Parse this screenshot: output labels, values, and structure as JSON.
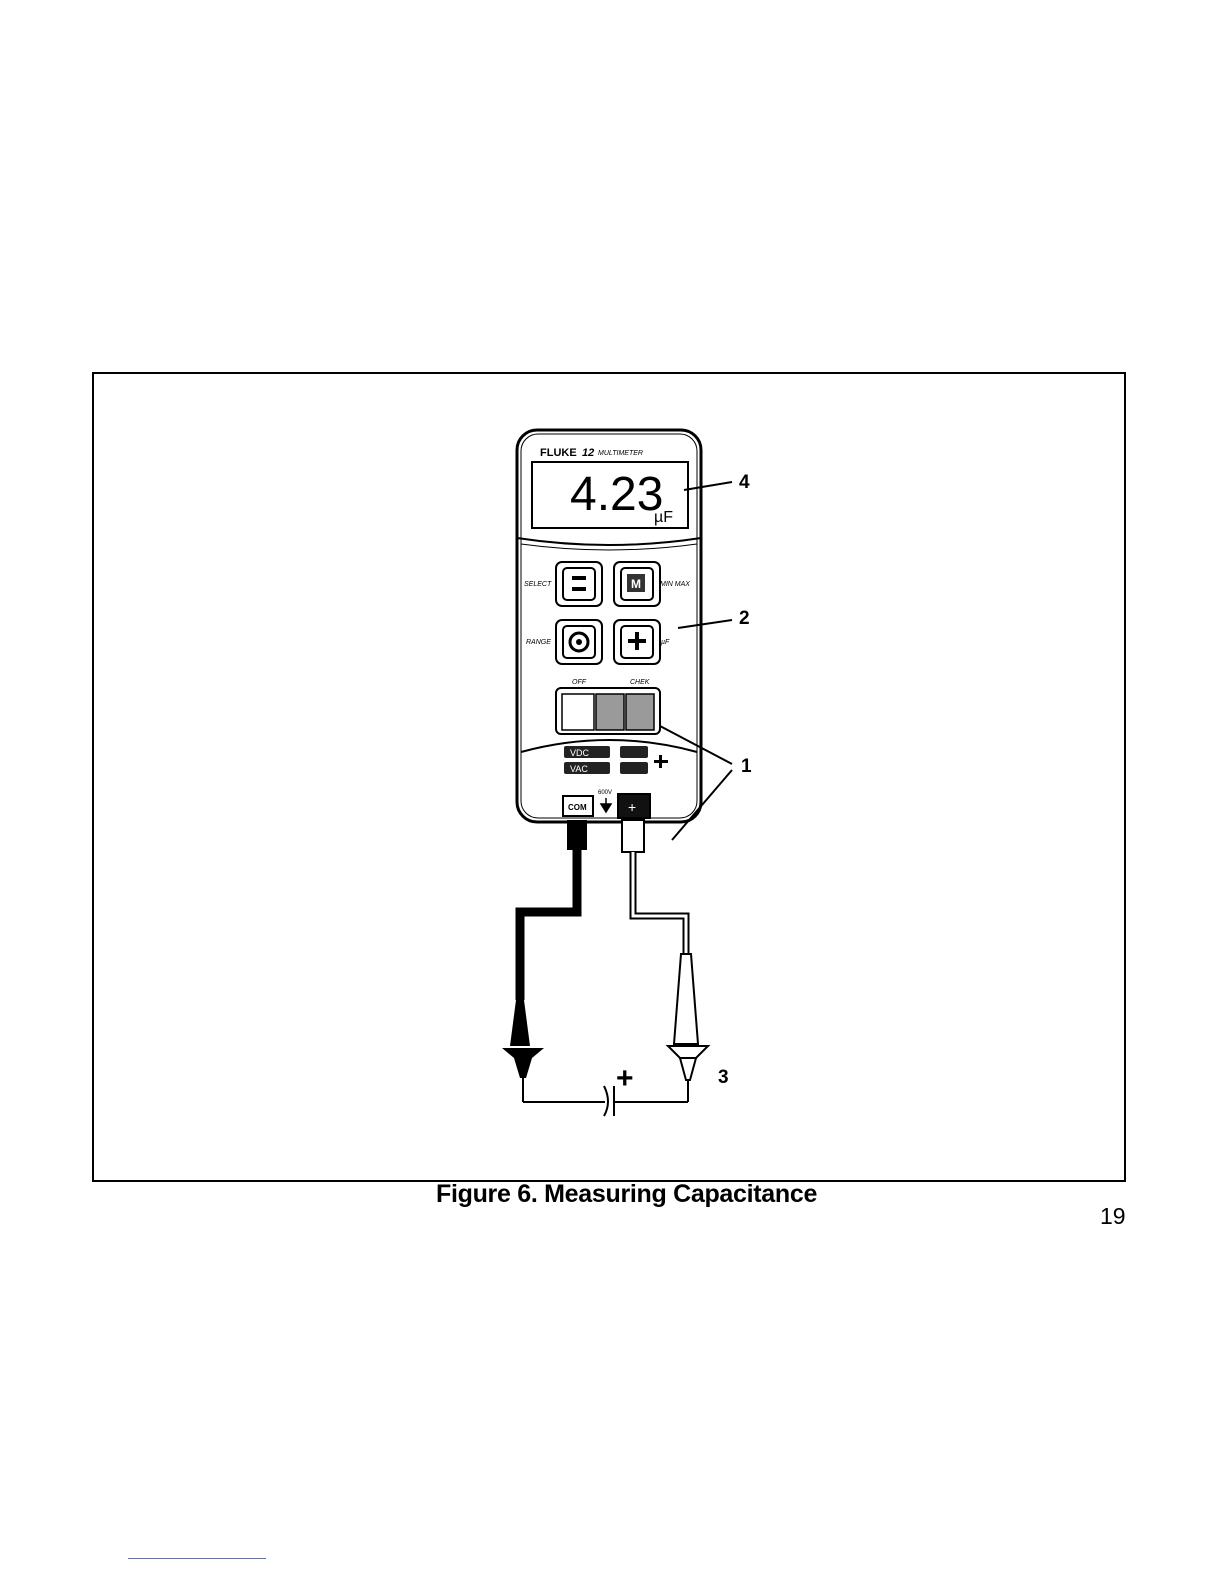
{
  "meter": {
    "brand": "FLUKE",
    "model": "12",
    "model_sub": "MULTIMETER",
    "display_value": "4.23",
    "display_unit": "µF",
    "buttons": {
      "select": "SELECT",
      "minmax": "MIN MAX",
      "range": "RANGE",
      "uf": "µF",
      "minmax_symbol": "M"
    },
    "rotary": {
      "off": "OFF",
      "check": "CHEK"
    },
    "modes": [
      "VDC",
      "VAC"
    ],
    "jacks": {
      "com": "COM",
      "voltage": "600V",
      "plus": "+"
    }
  },
  "callouts": [
    "4",
    "2",
    "1",
    "3"
  ],
  "capacitor_polarity": "+",
  "caption": "Figure 6. Measuring Capacitance",
  "page_number": "19"
}
